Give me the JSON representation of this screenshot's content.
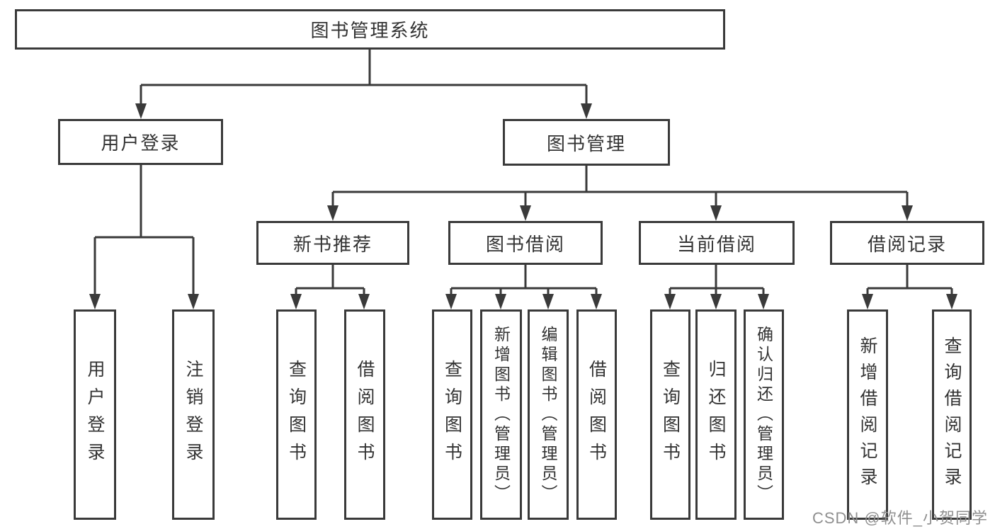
{
  "diagram": {
    "type": "tree-diagram",
    "root": {
      "label": "图书管理系统"
    },
    "branches": [
      {
        "label": "用户登录",
        "children": [
          {
            "label": "用户登录"
          },
          {
            "label": "注销登录"
          }
        ]
      },
      {
        "label": "图书管理",
        "children": [
          {
            "label": "新书推荐",
            "children": [
              {
                "label": "查询图书"
              },
              {
                "label": "借阅图书"
              }
            ]
          },
          {
            "label": "图书借阅",
            "children": [
              {
                "label": "查询图书"
              },
              {
                "label": "新增图书（管理员）"
              },
              {
                "label": "编辑图书（管理员）"
              },
              {
                "label": "借阅图书"
              }
            ]
          },
          {
            "label": "当前借阅",
            "children": [
              {
                "label": "查询图书"
              },
              {
                "label": "归还图书"
              },
              {
                "label": "确认归还（管理员）"
              }
            ]
          },
          {
            "label": "借阅记录",
            "children": [
              {
                "label": "新增借阅记录"
              },
              {
                "label": "查询借阅记录"
              }
            ]
          }
        ]
      }
    ]
  },
  "watermark": {
    "text": "CSDN @软件_小贺同学"
  },
  "colors": {
    "line": "#3a3a3a",
    "box_border": "#3a3a3a",
    "text": "#333333",
    "watermark": "#8f8f8f",
    "background": "#ffffff"
  }
}
